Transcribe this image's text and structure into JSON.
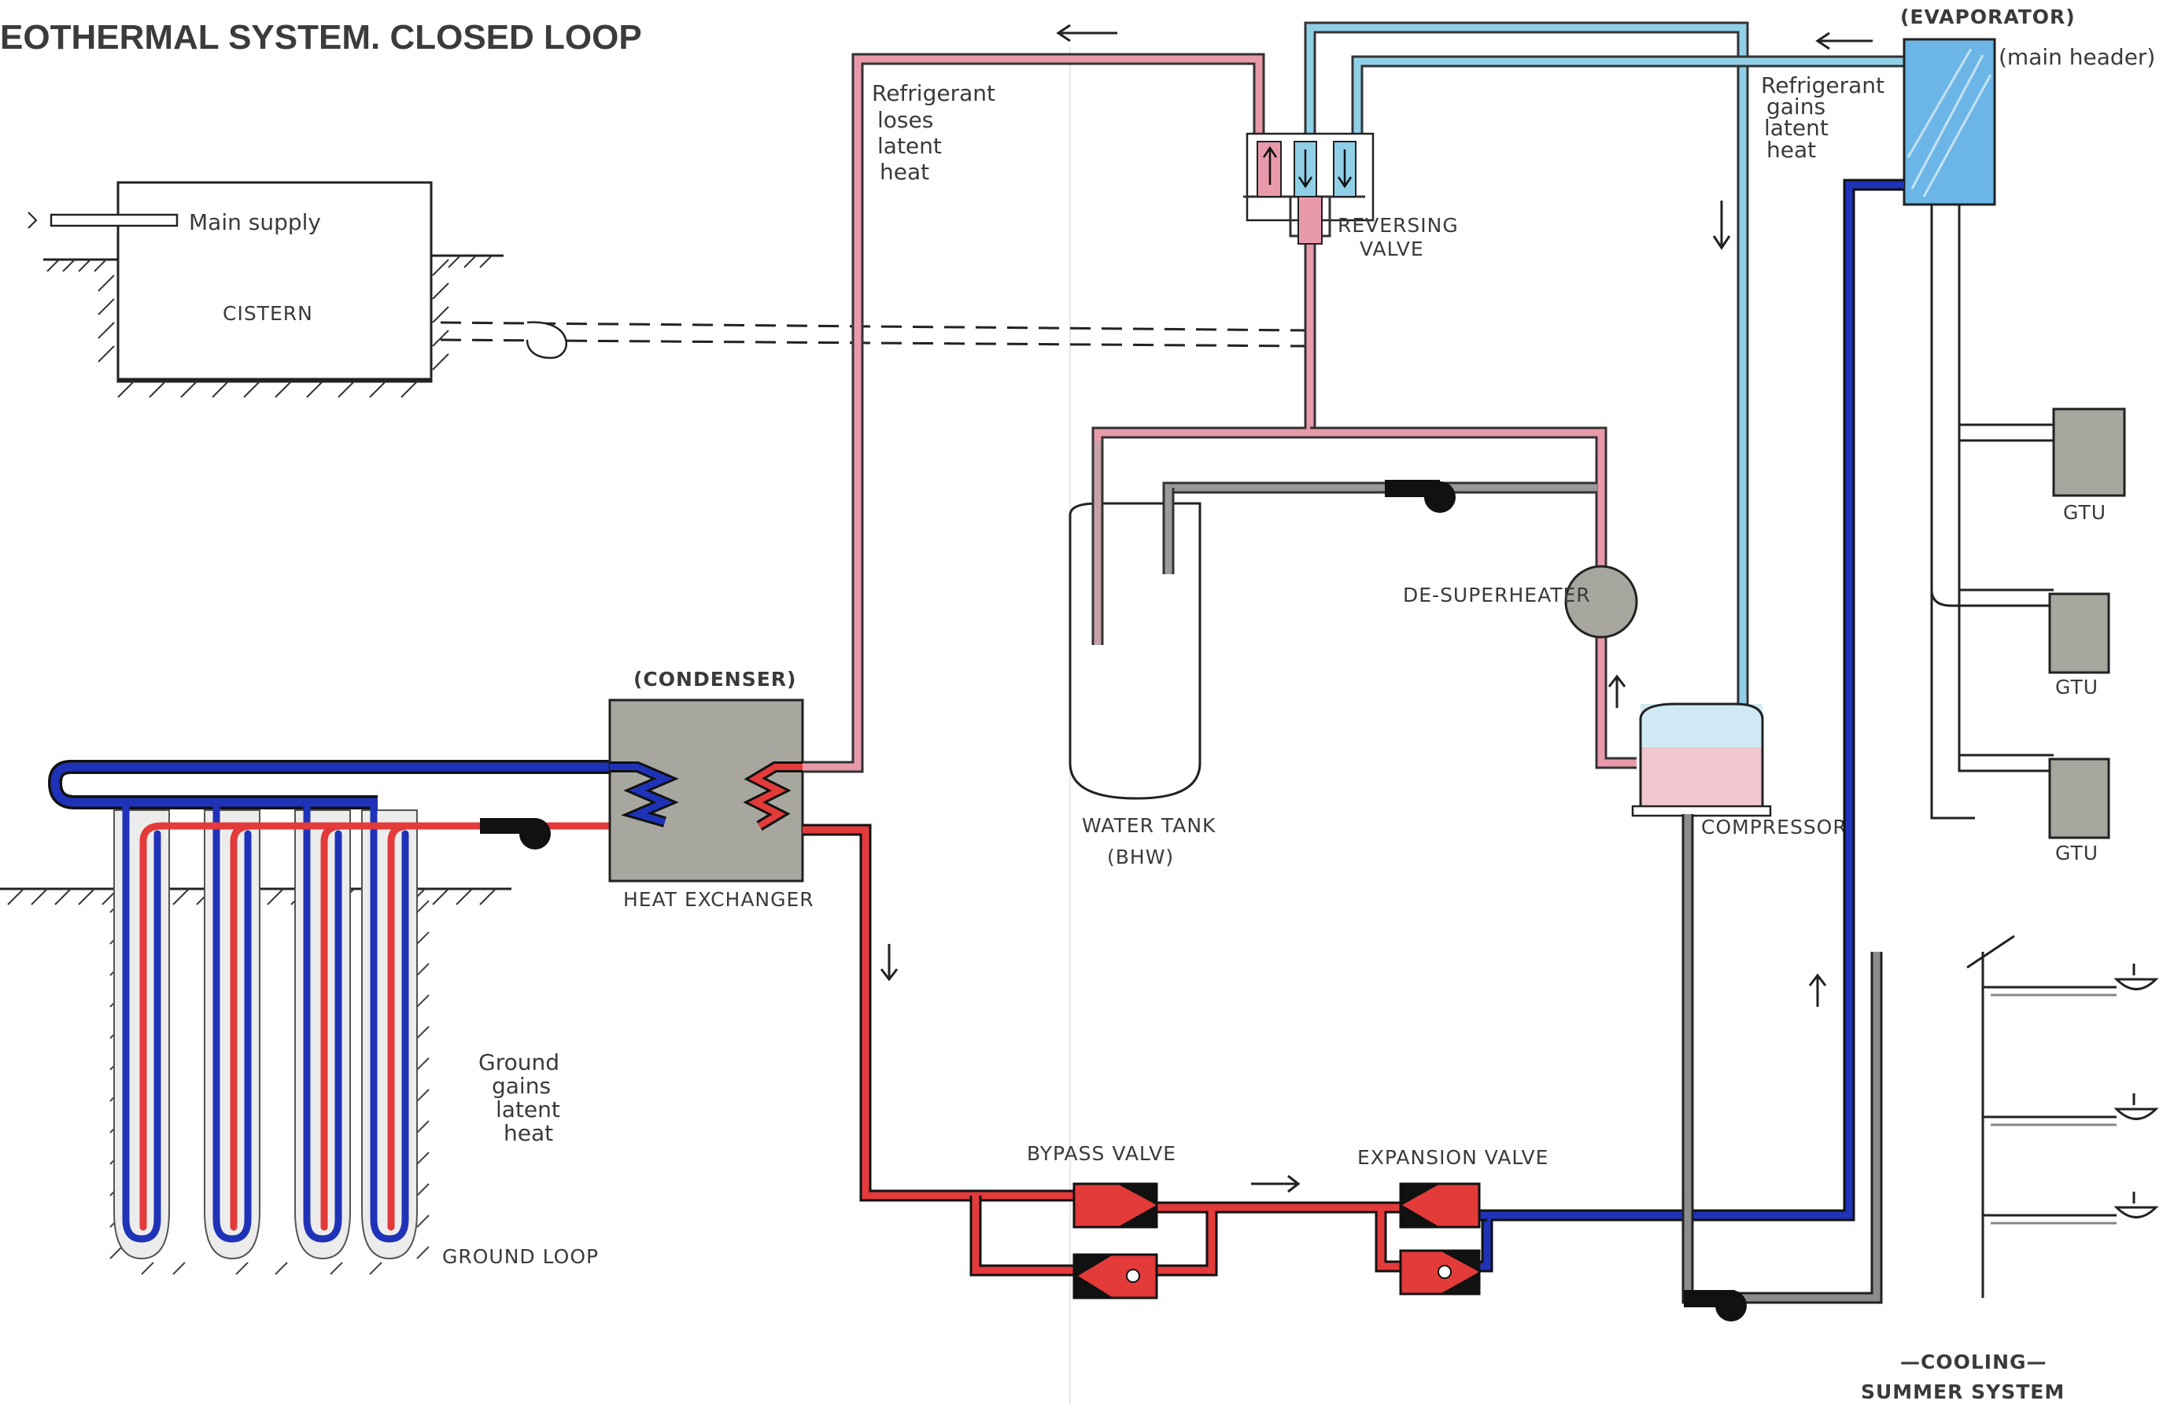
{
  "title": "EOTHERMAL SYSTEM. CLOSED LOOP",
  "labels": {
    "main_supply": "Main supply",
    "cistern": "CISTERN",
    "loses_1": "Refrigerant",
    "loses_2": "loses",
    "loses_3": "latent",
    "loses_4": "heat",
    "reversing_1": "REVERSING",
    "reversing_2": "VALVE",
    "gains_1": "Refrigerant",
    "gains_2": "gains",
    "gains_3": "latent",
    "gains_4": "heat",
    "evaporator": "(EVAPORATOR)",
    "main_header": "(main header)",
    "desuperheater": "DE-SUPERHEATER",
    "condenser": "(CONDENSER)",
    "heat_exchanger": "HEAT EXCHANGER",
    "water_tank_1": "WATER TANK",
    "water_tank_2": "(BHW)",
    "compressor": "COMPRESSOR",
    "gtu_1": "GTU",
    "gtu_2": "GTU",
    "gtu_3": "GTU",
    "ground_1": "Ground",
    "ground_2": "gains",
    "ground_3": "latent",
    "ground_4": "heat",
    "ground_loop": "GROUND LOOP",
    "bypass_valve": "BYPASS VALVE",
    "expansion_valve": "EXPANSION VALVE",
    "cooling": "—COOLING—",
    "summer_system": "SUMMER SYSTEM"
  },
  "colors": {
    "hot": "#e33a3a",
    "warm": "#e89aab",
    "cold": "#1f33b8",
    "cool": "#8fd0e8",
    "neutral": "#8c8c8c",
    "equipment": "#a7a79f",
    "ink": "#1a1a1a"
  }
}
